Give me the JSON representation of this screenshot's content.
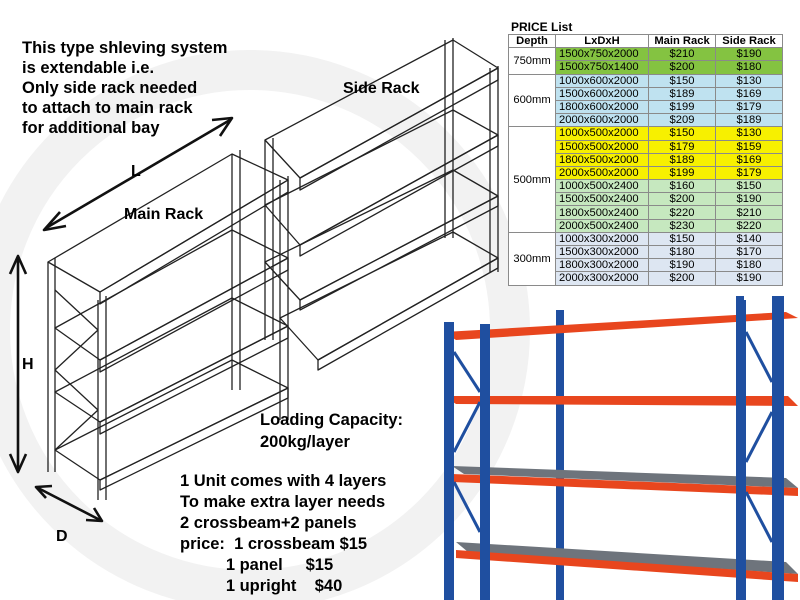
{
  "intro_lines": [
    "This type shleving system",
    "is extendable i.e.",
    "Only side rack needed",
    "to attach to main rack",
    "for additional bay"
  ],
  "diagram_labels": {
    "side_rack": "Side Rack",
    "main_rack": "Main Rack",
    "length": "L",
    "height": "H",
    "depth": "D"
  },
  "price_table": {
    "title": "PRICE List",
    "headers": [
      "Depth",
      "LxDxH",
      "Main Rack",
      "Side Rack"
    ],
    "groups": [
      {
        "depth": "750mm",
        "rows": [
          {
            "size": "1500x750x2000",
            "main": "$210",
            "side": "$190",
            "color": "#84c341"
          },
          {
            "size": "1500x750x1400",
            "main": "$200",
            "side": "$180",
            "color": "#84c341"
          }
        ]
      },
      {
        "depth": "600mm",
        "rows": [
          {
            "size": "1000x600x2000",
            "main": "$150",
            "side": "$130",
            "color": "#bfe2f0"
          },
          {
            "size": "1500x600x2000",
            "main": "$189",
            "side": "$169",
            "color": "#bfe2f0"
          },
          {
            "size": "1800x600x2000",
            "main": "$199",
            "side": "$179",
            "color": "#bfe2f0"
          },
          {
            "size": "2000x600x2000",
            "main": "$209",
            "side": "$189",
            "color": "#bfe2f0"
          }
        ]
      },
      {
        "depth": "500mm",
        "rows": [
          {
            "size": "1000x500x2000",
            "main": "$150",
            "side": "$130",
            "color": "#f7f000"
          },
          {
            "size": "1500x500x2000",
            "main": "$179",
            "side": "$159",
            "color": "#f7f000"
          },
          {
            "size": "1800x500x2000",
            "main": "$189",
            "side": "$169",
            "color": "#f7f000"
          },
          {
            "size": "2000x500x2000",
            "main": "$199",
            "side": "$179",
            "color": "#f7f000"
          },
          {
            "size": "1000x500x2400",
            "main": "$160",
            "side": "$150",
            "color": "#c6e8bf"
          },
          {
            "size": "1500x500x2400",
            "main": "$200",
            "side": "$190",
            "color": "#c6e8bf"
          },
          {
            "size": "1800x500x2400",
            "main": "$220",
            "side": "$210",
            "color": "#c6e8bf"
          },
          {
            "size": "2000x500x2400",
            "main": "$230",
            "side": "$220",
            "color": "#c6e8bf"
          }
        ]
      },
      {
        "depth": "300mm",
        "rows": [
          {
            "size": "1000x300x2000",
            "main": "$150",
            "side": "$140",
            "color": "#dde6f2"
          },
          {
            "size": "1500x300x2000",
            "main": "$180",
            "side": "$170",
            "color": "#dde6f2"
          },
          {
            "size": "1800x300x2000",
            "main": "$190",
            "side": "$180",
            "color": "#dde6f2"
          },
          {
            "size": "2000x300x2000",
            "main": "$200",
            "side": "$190",
            "color": "#dde6f2"
          }
        ]
      }
    ]
  },
  "loading": [
    "Loading Capacity:",
    "200kg/layer"
  ],
  "unit_lines": [
    "1 Unit comes with 4 layers",
    "To make extra layer needs",
    "2 crossbeam+2 panels",
    "price:  1 crossbeam $15",
    "          1 panel     $15",
    "          1 upright    $40"
  ],
  "colors": {
    "upright_blue": "#1f4fa0",
    "beam_orange": "#e8461e",
    "panel_grey": "#6e747c"
  }
}
